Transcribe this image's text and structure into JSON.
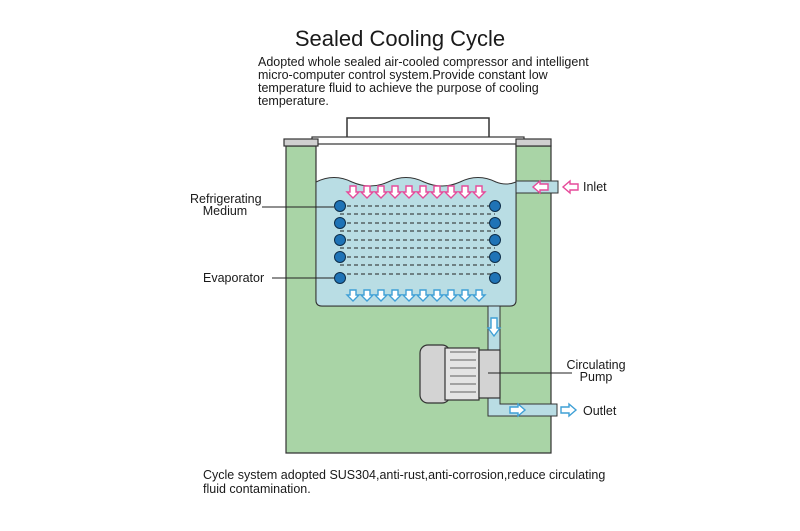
{
  "title": "Sealed Cooling Cycle",
  "intro": "Adopted whole sealed air-cooled compressor and intelligent\nmicro-computer control system.Provide constant low\ntemperature fluid to achieve the purpose of cooling\ntemperature.",
  "labels": {
    "refrigerating_medium": "Refrigerating\nMedium",
    "evaporator": "Evaporator",
    "inlet": "Inlet",
    "circulating_pump": "Circulating\nPump",
    "outlet": "Outlet"
  },
  "footer": "Cycle system adopted SUS304,anti-rust,anti-corrosion,reduce circulating\nfluid contamination.",
  "colors": {
    "housing": "#a9d4a6",
    "fluid": "#b9dde4",
    "coil": "#1f73b6",
    "inflow_arrow": "#e64a9a",
    "outflow_arrow": "#3fa0d6",
    "pump": "#d3d3d3"
  }
}
